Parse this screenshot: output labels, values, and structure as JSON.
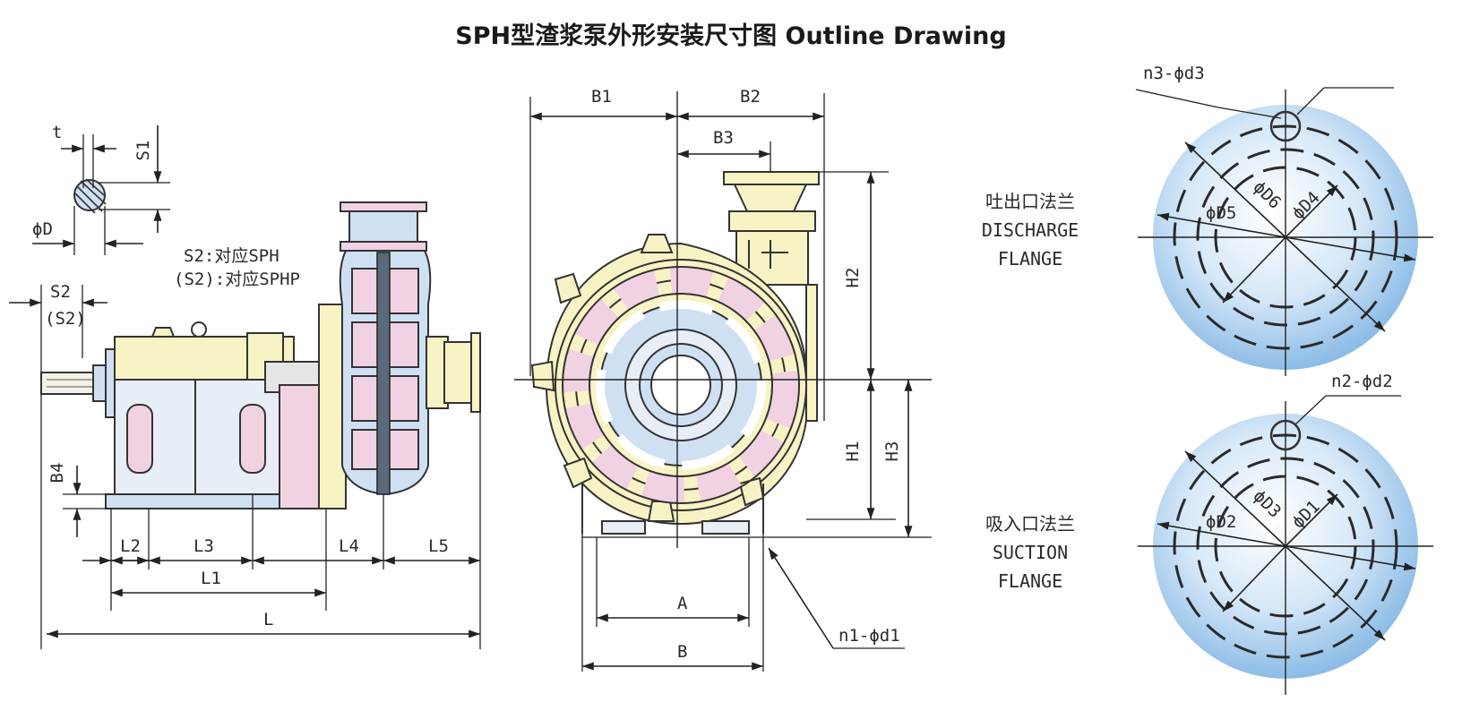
{
  "title": "SPH型渣浆泵外形安装尺寸图  Outline Drawing",
  "side_view": {
    "labels": {
      "t": "t",
      "s1": "S1",
      "phi_d": "ϕD",
      "s2_note_1": "S2:对应SPH",
      "s2_note_2": "(S2):对应SPHP",
      "s2": "S2",
      "s2_paren": "(S2)",
      "b4": "B4",
      "l2": "L2",
      "l3": "L3",
      "l1": "L1",
      "l4": "L4",
      "l5": "L5",
      "l": "L"
    }
  },
  "front_view": {
    "labels": {
      "b1": "B1",
      "b2": "B2",
      "b3": "B3",
      "h2": "H2",
      "h1": "H1",
      "h3": "H3",
      "a": "A",
      "b": "B",
      "n1_d1": "n1-ϕd1"
    }
  },
  "flanges": {
    "discharge": {
      "label_cn": "吐出口法兰",
      "label_en_1": "DISCHARGE",
      "label_en_2": "FLANGE",
      "bolt": "n3-ϕd3",
      "d6": "ϕD6",
      "d5": "ϕD5",
      "d4": "ϕD4"
    },
    "suction": {
      "label_cn": "吸入口法兰",
      "label_en_1": "SUCTION",
      "label_en_2": "FLANGE",
      "bolt": "n2-ϕd2",
      "d3": "ϕD3",
      "d2": "ϕD2",
      "d1": "ϕD1"
    }
  },
  "colors": {
    "cream": "#f8f3c4",
    "pink": "#f1d2e2",
    "blue": "#cfe0f2",
    "flange_blue": "#9ec8ec",
    "line": "#222222"
  }
}
